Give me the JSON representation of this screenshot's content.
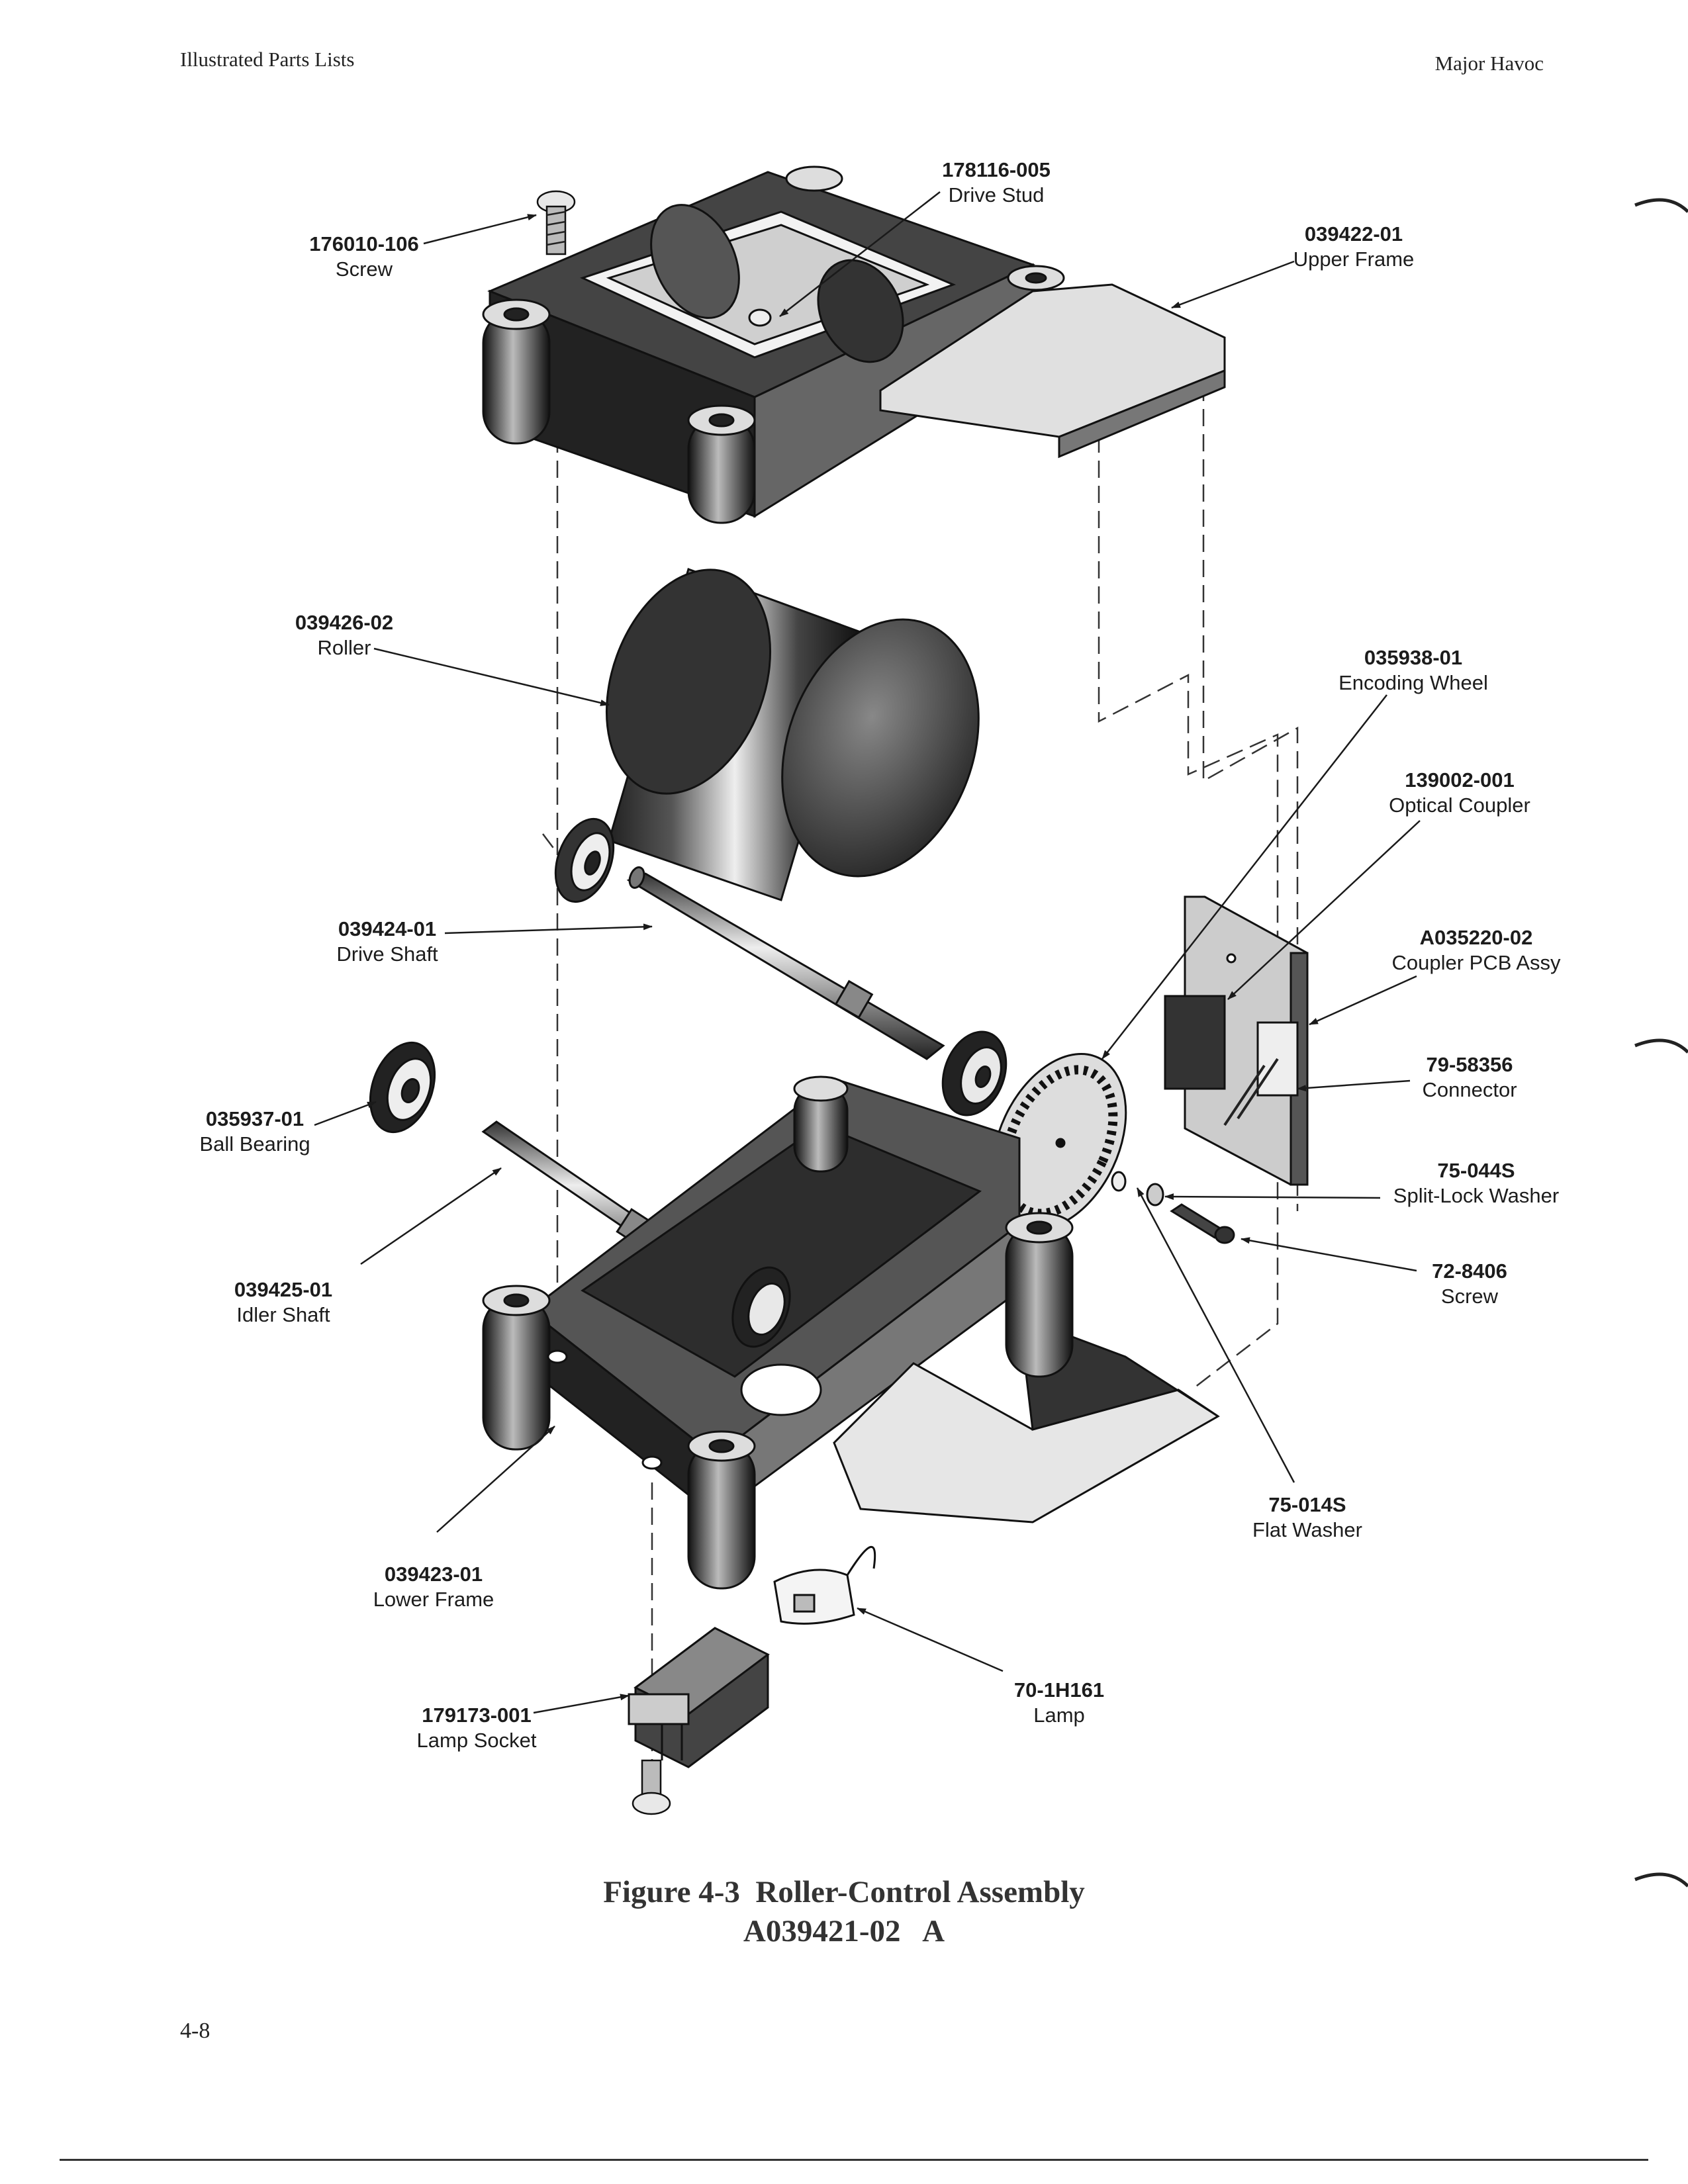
{
  "header": {
    "left": "Illustrated Parts Lists",
    "right": "Major Havoc"
  },
  "callouts": {
    "screw_top": {
      "pn": "176010-106",
      "name": "Screw"
    },
    "drive_stud": {
      "pn": "178116-005",
      "name": "Drive Stud"
    },
    "upper_frame": {
      "pn": "039422-01",
      "name": "Upper Frame"
    },
    "roller": {
      "pn": "039426-02",
      "name": "Roller"
    },
    "encoding_wheel": {
      "pn": "035938-01",
      "name": "Encoding Wheel"
    },
    "optical_coupler": {
      "pn": "139002-001",
      "name": "Optical Coupler"
    },
    "drive_shaft": {
      "pn": "039424-01",
      "name": "Drive Shaft"
    },
    "coupler_pcb": {
      "pn": "A035220-02",
      "name": "Coupler PCB Assy"
    },
    "connector": {
      "pn": "79-58356",
      "name": "Connector"
    },
    "ball_bearing": {
      "pn": "035937-01",
      "name": "Ball Bearing"
    },
    "split_lock_washer": {
      "pn": "75-044S",
      "name": "Split-Lock Washer"
    },
    "screw_side": {
      "pn": "72-8406",
      "name": "Screw"
    },
    "idler_shaft": {
      "pn": "039425-01",
      "name": "Idler Shaft"
    },
    "flat_washer": {
      "pn": "75-014S",
      "name": "Flat Washer"
    },
    "lower_frame": {
      "pn": "039423-01",
      "name": "Lower Frame"
    },
    "lamp": {
      "pn": "70-1H161",
      "name": "Lamp"
    },
    "lamp_socket": {
      "pn": "179173-001",
      "name": "Lamp Socket"
    }
  },
  "caption": {
    "line1": "Figure 4-3  Roller-Control Assembly",
    "line2": "A039421-02   A"
  },
  "page_number": "4-8"
}
